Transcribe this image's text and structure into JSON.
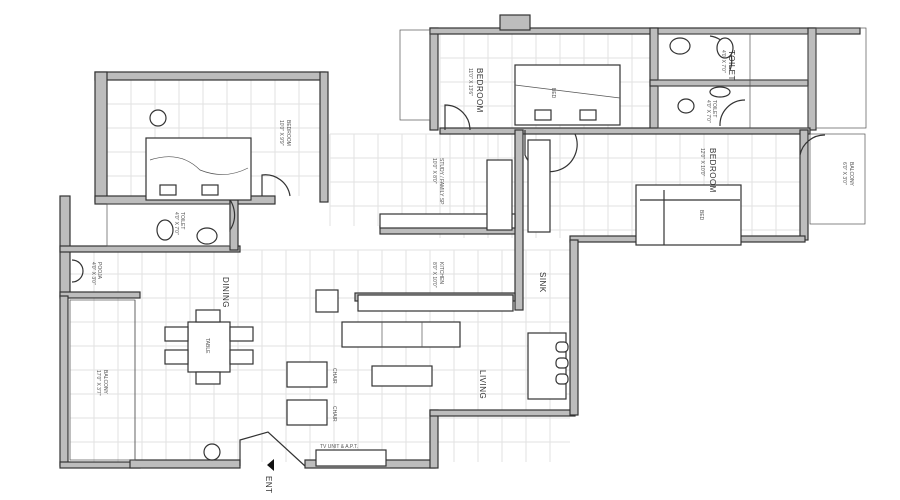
{
  "plan": {
    "rooms": {
      "master_bedroom": {
        "label": "BEDROOM",
        "dim": "11'0\" X 13'6\""
      },
      "toilet_top": {
        "label": "TOILET",
        "dim": "4'0\" X 7'0\""
      },
      "toilet_mid": {
        "label": "TOILET",
        "dim": "4'0\" X 7'0\""
      },
      "bedroom_right": {
        "label": "BEDROOM",
        "dim": "12'0\" X 10'0\""
      },
      "balcony_right": {
        "label": "BALCONY",
        "dim": "6'0\" X 3'0\""
      },
      "study": {
        "label": "STUDY / FAMILY SP",
        "dim": "10'0\" X 8'0\""
      },
      "bedroom_left": {
        "label": "BEDROOM",
        "dim": "10'0\" X 9'9\""
      },
      "toilet_left": {
        "label": "TOILET",
        "dim": "4'0\" X 7'0\""
      },
      "pooja": {
        "label": "POOJA",
        "dim": "4'0\" X 3'0\""
      },
      "dining": {
        "label": "DINING"
      },
      "kitchen": {
        "label": "KITCHEN",
        "dim": "8'0\" X 10'0\""
      },
      "sink": {
        "label": "SINK"
      },
      "balcony_left": {
        "label": "BALCONY",
        "dim": "17'0\" X 3'7\""
      },
      "living": {
        "label": "LIVING"
      },
      "tv_unit": {
        "label": "TV UNIT & A.P.T."
      },
      "entrance": {
        "label": "ENT"
      }
    },
    "furniture": {
      "bed": "BED",
      "table": "TABLE",
      "chair1": "CHAIR",
      "chair2": "CHAIR"
    }
  }
}
